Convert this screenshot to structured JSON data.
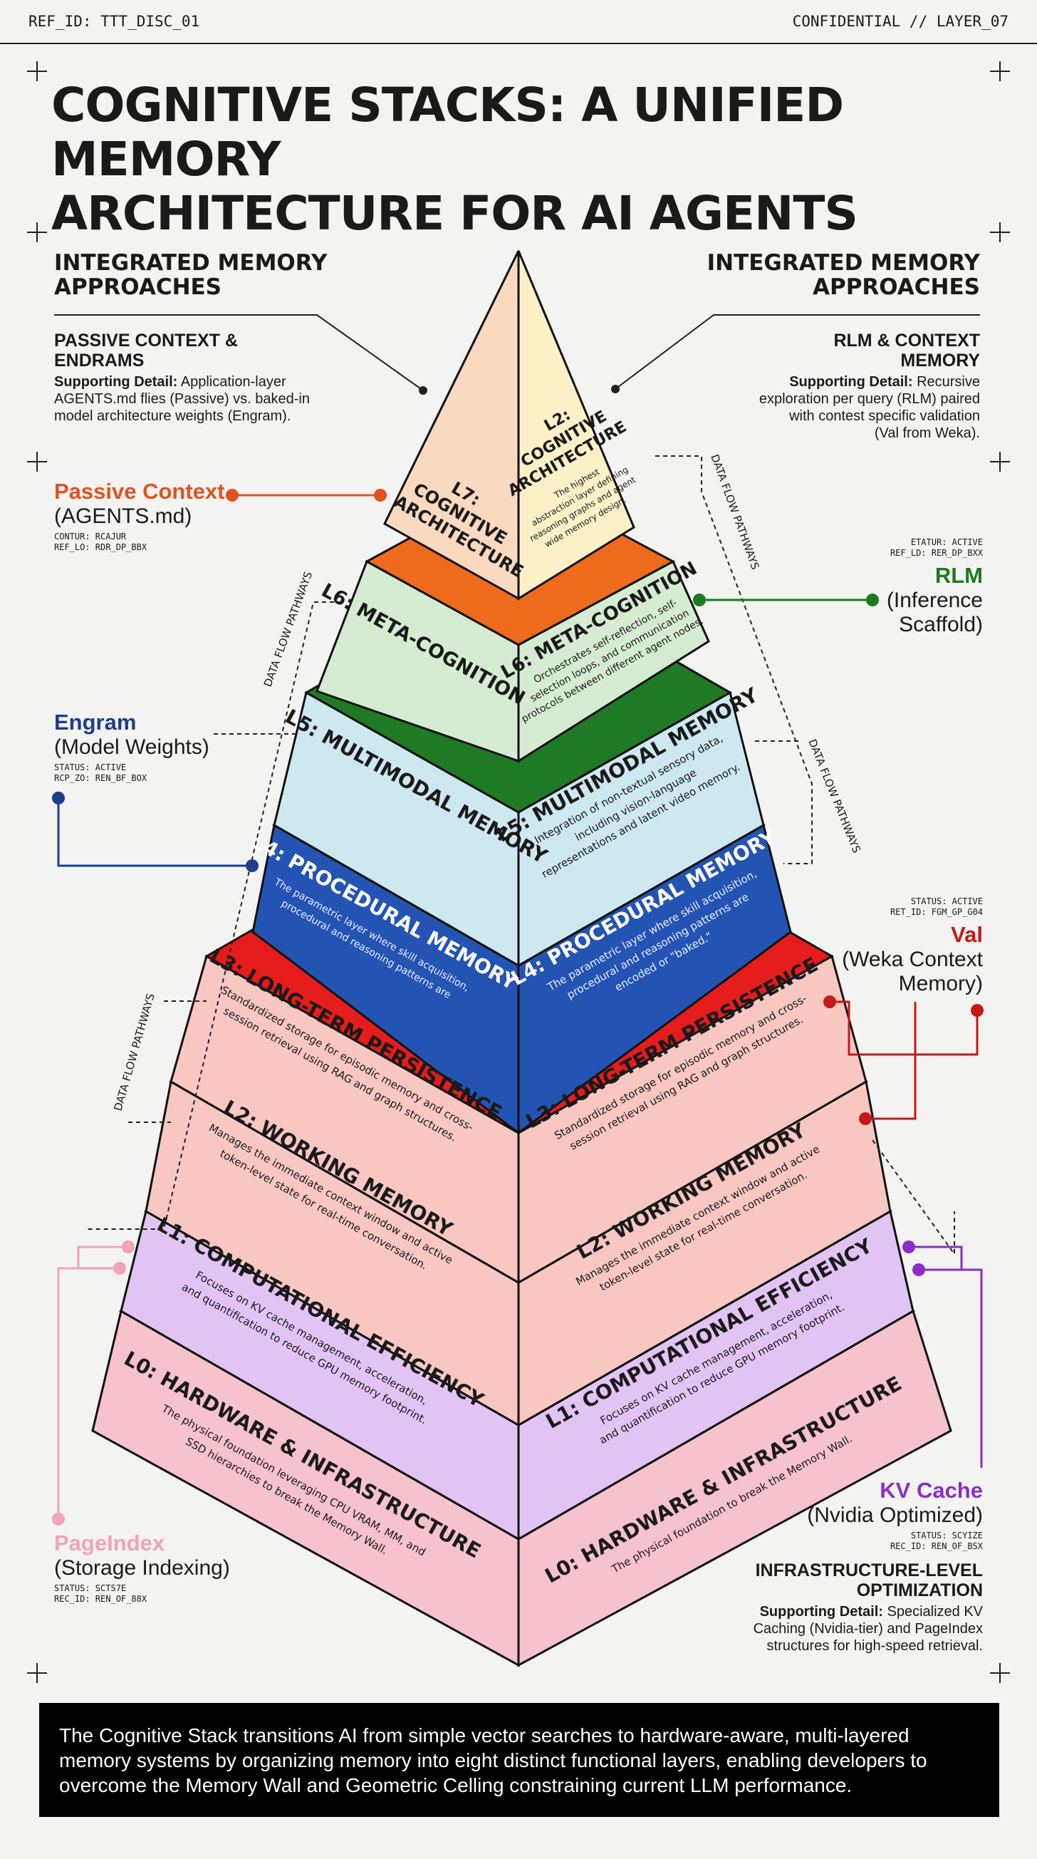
{
  "header": {
    "ref_left": "REF_ID: TTT_DISC_01",
    "ref_right": "CONFIDENTIAL // LAYER_07"
  },
  "title": {
    "line1": "COGNITIVE STACKS: A UNIFIED MEMORY",
    "line2": "ARCHITECTURE FOR AI AGENTS"
  },
  "left_panel": {
    "heading_line1": "INTEGRATED MEMORY",
    "heading_line2": "APPROACHES",
    "subheading_line1": "PASSIVE CONTEXT &",
    "subheading_line2": "ENDRAMS",
    "detail_label": "Supporting Detail:",
    "detail_line1": " Application-layer",
    "detail_line2": "AGENTS.md flies (Passive) vs. baked-in",
    "detail_line3": "model architecture weights (Engram)."
  },
  "right_panel": {
    "heading_line1": "INTEGRATED MEMORY",
    "heading_line2": "APPROACHES",
    "subheading_line1": "RLM & CONTEXT",
    "subheading_line2": "MEMORY",
    "detail_label": "Supporting Detail:",
    "detail_line1": " Recursive",
    "detail_line2": "exploration per query (RLM) paired",
    "detail_line3": "with contest specific validation",
    "detail_line4": "(Val from Weka)."
  },
  "callouts": {
    "passive": {
      "name": "Passive Context",
      "sub": "(AGENTS.md)",
      "status": "CONTUR: RCAJUR",
      "ref": "REF_LO: RDR_DP_BBX",
      "color": "#e0531f"
    },
    "engram": {
      "name": "Engram",
      "sub": "(Model Weights)",
      "status": "STATUS: ACTIVE",
      "ref": "RCP_ZO: REN_BF_BOX",
      "color": "#1f3d8a"
    },
    "rlm": {
      "name": "RLM",
      "sub1": "(Inference",
      "sub2": "Scaffold)",
      "status": "ETATUR: ACTIVE",
      "ref": "REF_LD: RER_DP_BXX",
      "color": "#1e7a1e"
    },
    "val": {
      "name": "Val",
      "sub1": "(Weka Context",
      "sub2": "Memory)",
      "status": "STATUS: ACTIVE",
      "ref": "RET_ID: FGM_GP_G04",
      "color": "#c61818"
    },
    "kv": {
      "name": "KV Cache",
      "sub": "(Nvidia Optimized)",
      "status": "STATUS: SCYIZE",
      "ref": "REC_ID: REN_OF_BSX",
      "color": "#8a2fc4"
    },
    "pageindex": {
      "name": "PageIndex",
      "sub": "(Storage Indexing)",
      "status": "STATUS: SCTS7E",
      "ref": "REC_ID: REN_OF_88X",
      "color": "#f0a4b4"
    }
  },
  "infra_panel": {
    "heading_line1": "INFRASTRUCTURE-LEVEL",
    "heading_line2": "OPTIMIZATION",
    "detail_label": "Supporting Detail:",
    "detail_line1": " Specialized KV",
    "detail_line2": "Caching (Nvidia-tier) and PageIndex",
    "detail_line3": "structures for high-speed retrieval."
  },
  "flow_label": "DATA FLOW PATHWAYS",
  "layers": {
    "l7": {
      "left_title_1": "L7:",
      "left_title_2": "COGNITIVE",
      "left_title_3": "ARCHITECTURE",
      "right_title_1": "L2:",
      "right_title_2": "COGNITIVE",
      "right_title_3": "ARCHITECTURE",
      "desc_1": "The highest",
      "desc_2": "abstraction layer defining",
      "desc_3": "reasoning graphs and agent",
      "desc_4": "wide memory design.",
      "color": "#f9d9c0",
      "band": "#ee6a1c"
    },
    "l6": {
      "left_title": "L6: META-COGNITION",
      "right_title": "L6: META-COGNITION",
      "desc_1": "Orchestrates self-reflection, self-",
      "desc_2": "selection loops, and communication",
      "desc_3": "protocols between different agent nodes.",
      "color": "#d6ecd2",
      "band": "#1f7a26"
    },
    "l5": {
      "left_title": "L5: MULTIMODAL MEMORY",
      "right_title": "L5: MULTIMODAL MEMORY",
      "desc_1": "Integration of non-textual sensory data,",
      "desc_2": "including vision-language",
      "desc_3": "representations and latent video memory.",
      "color": "#cde8ef",
      "band": "#1d4fae"
    },
    "l4": {
      "left_title": "L4: PROCEDURAL MEMORY",
      "right_title": "L4: PROCEDURAL MEMORY",
      "desc_1": "The parametric layer where skill acquisition,",
      "desc_2": "procedural and reasoning patterns are",
      "desc_3": "encoded or \"baked.\"",
      "color": "#2454b3",
      "band": "#e51c1c"
    },
    "l3": {
      "left_title": "L3: LONG-TERM PERSISTENCE",
      "right_title": "L3: LONG-TERM PERSISTENCE",
      "desc_1": "Standardized storage for episodic memory and cross-",
      "desc_2": "session retrieval using RAG and graph structures.",
      "color": "#f8c7c2",
      "band": "#e51c1c"
    },
    "l2": {
      "left_title": "L2: WORKING MEMORY",
      "right_title": "L2: WORKING MEMORY",
      "desc_1": "Manages the immediate context window and active",
      "desc_2": "token-level state for real-time conversation.",
      "color": "#f8c7c2",
      "band": "#8f2be0"
    },
    "l1": {
      "left_title": "L1: COMPUTATIONAL EFFICIENCY",
      "right_title": "L1: COMPUTATIONAL EFFICIENCY",
      "desc_1": "Focuses on KV cache management, acceleration,",
      "desc_2": "and quantification to reduce GPU memory footprint.",
      "color": "#e2c4f4",
      "band": "#f4aabb"
    },
    "l0": {
      "left_title": "L0: HARDWARE & INFRASTRUCTURE",
      "right_title": "L0: HARDWARE & INFRASTRUCTURE",
      "left_desc_1": "The physical foundation leveraging CPU VRAM, MM, and",
      "left_desc_2": "SSD hierarchies to break the Memory Wall.",
      "right_desc": "The physical foundation to break the Memory Wall.",
      "color": "#f6c2cb"
    }
  },
  "footer": {
    "text": "The Cognitive Stack transitions AI from simple vector searches to hardware-aware, multi-layered memory systems by organizing memory into eight distinct functional layers, enabling developers to overcome the Memory Wall and Geometric Celling constraining current LLM performance."
  }
}
